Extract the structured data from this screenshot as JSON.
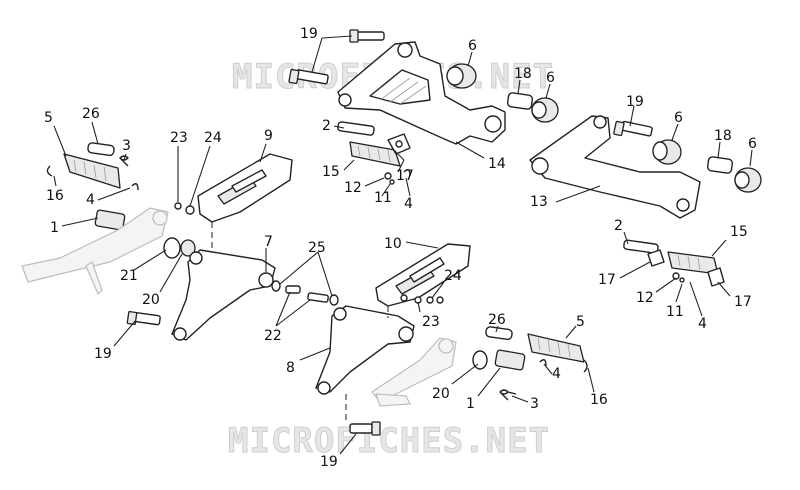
{
  "watermark": {
    "text": "MICROFICHES.NET"
  },
  "callouts": {
    "c1": "19",
    "c2": "6",
    "c3": "18",
    "c4": "6",
    "c5": "2",
    "c6": "15",
    "c7": "12",
    "c8": "11",
    "c9": "17",
    "c10": "4",
    "c11": "14",
    "c12": "19",
    "c13": "6",
    "c14": "18",
    "c15": "6",
    "c16": "13",
    "c17": "26",
    "c18": "5",
    "c19": "3",
    "c20": "16",
    "c21": "4",
    "c22": "1",
    "c23": "23",
    "c24": "24",
    "c25": "9",
    "c26": "21",
    "c27": "20",
    "c28": "7",
    "c29": "25",
    "c30": "22",
    "c31": "19",
    "c32": "10",
    "c33": "24",
    "c34": "23",
    "c35": "8",
    "c36": "2",
    "c37": "15",
    "c38": "17",
    "c39": "12",
    "c40": "11",
    "c41": "4",
    "c42": "17",
    "c43": "26",
    "c44": "5",
    "c45": "20",
    "c46": "4",
    "c47": "1",
    "c48": "3",
    "c49": "16",
    "c50": "19"
  }
}
